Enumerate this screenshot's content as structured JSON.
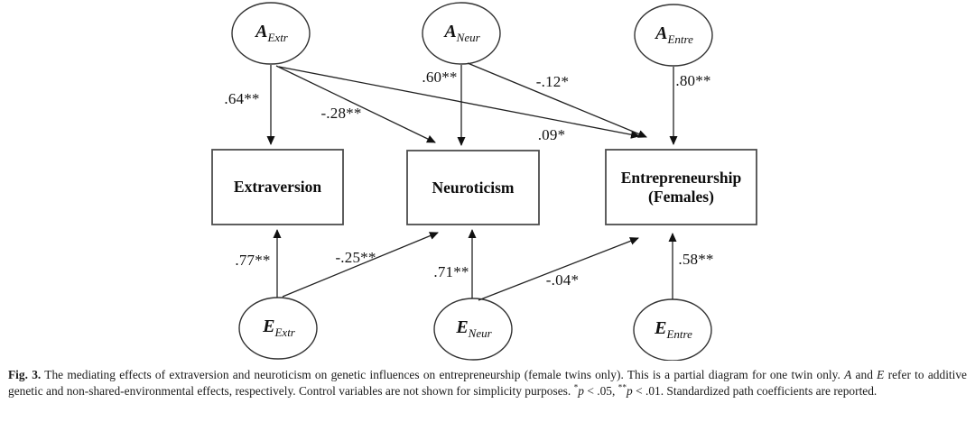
{
  "figure": {
    "nodes": {
      "a_extr": {
        "main": "A",
        "sub": "Extr"
      },
      "a_neur": {
        "main": "A",
        "sub": "Neur"
      },
      "a_entre": {
        "main": "A",
        "sub": "Entre"
      },
      "e_extr": {
        "main": "E",
        "sub": "Extr"
      },
      "e_neur": {
        "main": "E",
        "sub": "Neur"
      },
      "e_entre": {
        "main": "E",
        "sub": "Entre"
      },
      "extraversion": {
        "label": "Extraversion"
      },
      "neuroticism": {
        "label": "Neuroticism"
      },
      "entrepreneurship": {
        "line1": "Entrepreneurship",
        "line2": "(Females)"
      }
    },
    "coefficients": {
      "a_extr_extraversion": ".64**",
      "a_extr_neuroticism": "-.28**",
      "a_extr_entrepreneurship": ".09*",
      "a_neur_neuroticism": ".60**",
      "a_neur_entrepreneurship": "-.12*",
      "a_entre_entrepreneurship": ".80**",
      "e_extr_extraversion": ".77**",
      "e_extr_neuroticism": "-.25**",
      "e_neur_neuroticism": ".71**",
      "e_neur_entrepreneurship": "-.04*",
      "e_entre_entrepreneurship": ".58**"
    }
  },
  "caption": {
    "fig_label": "Fig. 3.",
    "body1": " The mediating effects of extraversion and neuroticism on genetic influences on entrepreneurship (female twins only). This is a partial diagram for one twin only. ",
    "i1": "A",
    "body2": " and ",
    "i2": "E",
    "body3": " refer to additive genetic and non-shared-environmental effects, respectively. Control variables are not shown for simplicity purposes. ",
    "sup1": "*",
    "p1": "p",
    "body4": " < .05, ",
    "sup2": "**",
    "p2": "p",
    "body5": " < .01. Standardized path coefficients are reported."
  },
  "colors": {
    "line": "#222222",
    "ellipse_stroke": "#333333",
    "box_stroke": "#4d4d4d",
    "text": "#111111"
  }
}
